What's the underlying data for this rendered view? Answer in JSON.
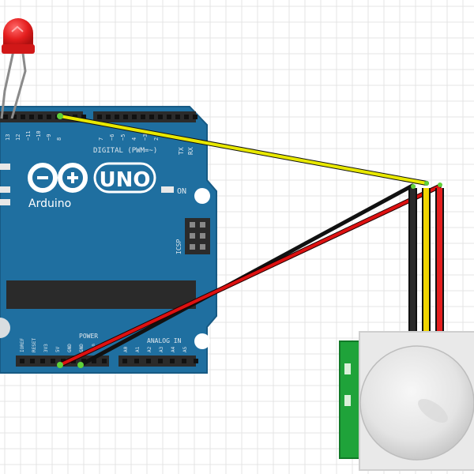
{
  "board": {
    "logo_text": "UNO",
    "brand_text": "Arduino",
    "digital_label": "DIGITAL (PWM=~)",
    "on_label": "ON",
    "icsp_label": "ICSP",
    "power_label": "POWER",
    "analog_label": "ANALOG IN",
    "tx_label": "TX",
    "rx_label": "RX",
    "digital_pins": [
      "13",
      "12",
      "~11",
      "~10",
      "~9",
      "8"
    ],
    "digital_pins_right": [
      "7",
      "~6",
      "~5",
      "4",
      "~3",
      "2",
      "TX 1",
      "RX 0"
    ],
    "power_pins": [
      "IOREF",
      "RESET",
      "3V3",
      "5V",
      "GND",
      "GND",
      "Vin"
    ],
    "analog_pins": [
      "A0",
      "A1",
      "A2",
      "A3",
      "A4",
      "A5"
    ]
  },
  "colors": {
    "background": "#ffffff",
    "grid": "#e4e4e4",
    "board": "#1f6fa0",
    "board_edge": "#175a84",
    "header": "#2b2b2b",
    "wire_signal": "#e8e800",
    "wire_ground": "#111111",
    "wire_power": "#dd1111",
    "led": "#e41e1e",
    "sensor_pcb": "#1fa33a",
    "sensor_dome": "#e6e6e6"
  },
  "components": {
    "led": "red-led-icon",
    "sensor": "pir-motion-sensor-icon",
    "microcontroller": "arduino-uno-board-icon"
  }
}
